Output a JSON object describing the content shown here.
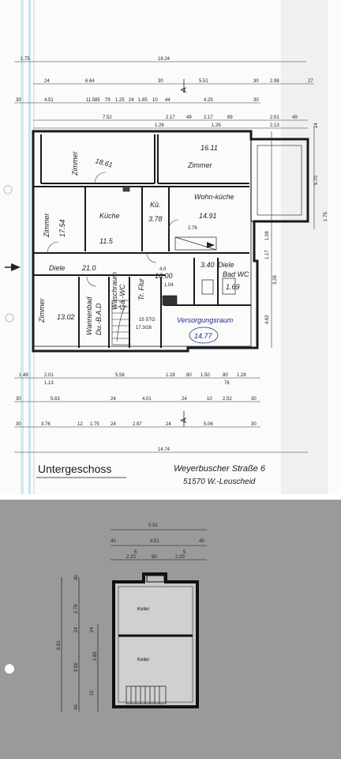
{
  "upper_plan": {
    "title": "Untergeschoss",
    "address_line1": "Weyerbuscher Straße 6",
    "address_line2": "51570 W.-Leuscheid",
    "section_marker": "A",
    "rooms": [
      {
        "label": "Zimmer",
        "area": "18.61"
      },
      {
        "label": "Zimmer",
        "area": "16.11"
      },
      {
        "label": "Zimmer",
        "area": "17.54"
      },
      {
        "label": "Küche",
        "area": "11.5"
      },
      {
        "label": "Kü.",
        "area": "3.78"
      },
      {
        "label": "Wohn-küche",
        "area": "14.91"
      },
      {
        "label": "Diele",
        "area": "21.0"
      },
      {
        "label": "Zimmer",
        "area": "13.02"
      },
      {
        "label": "Wannenbad",
        "area": "Du.-B.A.D"
      },
      {
        "label": "Waschraum",
        "area": "Gä.-WC"
      },
      {
        "label": "Tr. Flur",
        "area": "10.00"
      },
      {
        "label": "Bad WC",
        "area": "1.69"
      },
      {
        "label": "Diele",
        "area": "3.40"
      },
      {
        "label": "Versorgungsraum",
        "area": "14.77"
      }
    ],
    "top_dims_row1": [
      "1.75",
      "16.24"
    ],
    "top_dims_row2": [
      "24",
      "6.64",
      "30",
      "5.51",
      "30",
      "2.98",
      "27"
    ],
    "top_dims_row3": [
      "30",
      "4.51",
      "11.5",
      "85",
      "79",
      "1.25",
      "24",
      "1.65",
      "10",
      "44",
      "4.25",
      "30"
    ],
    "top_dims_row4": [
      "7.52",
      "2.17",
      "49",
      "2.17",
      "89",
      "2.51",
      "49"
    ],
    "top_dims_row5": [
      "1.26",
      "1.26",
      "2.13"
    ],
    "right_dims": [
      "24",
      "5.70",
      "1.75",
      "1.08",
      "1.17",
      "3.28",
      "4.62"
    ],
    "inner_dims": [
      "2.76",
      "1.04",
      "4.0",
      "15 STG",
      "17.3/26"
    ],
    "bottom_dims_row1": [
      "1.49",
      "2.01",
      "5.58",
      "1.28",
      "80",
      "1.50",
      "80",
      "1.28"
    ],
    "bottom_dims_row1b": [
      "1.13",
      "76"
    ],
    "bottom_dims_row2": [
      "30",
      "5.63",
      "24",
      "4.01",
      "24",
      "10",
      "2.52",
      "30"
    ],
    "bottom_dims_row3": [
      "30",
      "3.76",
      "12",
      "1.75",
      "24",
      "2.97",
      "24",
      "5.06",
      "30"
    ],
    "bottom_dims_total": "14.74"
  },
  "lower_plan": {
    "dims_top": [
      "5.31",
      "4.51",
      "2.20",
      "90",
      "2.20",
      "40",
      "40",
      "5",
      "5"
    ],
    "dims_left": [
      "40",
      "2.78",
      "24",
      "3.99",
      "2.85",
      "24",
      "40",
      "10",
      "6.81"
    ],
    "rooms": [
      {
        "label": "Keller"
      },
      {
        "label": "Keller"
      }
    ]
  }
}
